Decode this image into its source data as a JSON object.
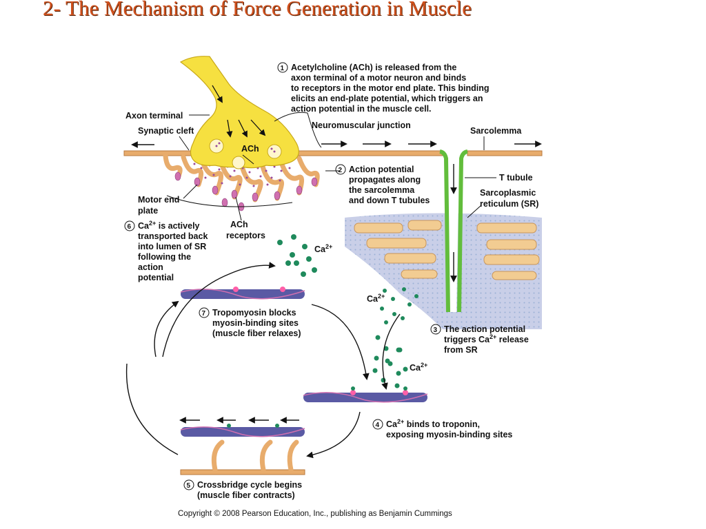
{
  "slide": {
    "title": "2- The Mechanism of Force Generation in Muscle"
  },
  "labels": {
    "axon_terminal": "Axon terminal",
    "synaptic_cleft": "Synaptic cleft",
    "ach": "ACh",
    "motor_end_plate": [
      "Motor end",
      "plate"
    ],
    "ach_receptors": [
      "ACh",
      "receptors"
    ],
    "neuromuscular_junction": "Neuromuscular junction",
    "sarcolemma": "Sarcolemma",
    "t_tubule": "T tubule",
    "sr": [
      "Sarcoplasmic",
      "reticulum (SR)"
    ],
    "ca": "Ca"
  },
  "steps": {
    "s1": {
      "num": "1",
      "lines": [
        "Acetylcholine (ACh) is released from the",
        "axon terminal of a motor neuron and binds",
        "to receptors in the motor end plate. This binding",
        "elicits an end-plate potential, which triggers an",
        "action potential in the muscle cell."
      ]
    },
    "s2": {
      "num": "2",
      "lines": [
        "Action potential",
        "propagates along",
        "the sarcolemma",
        "and down T tubules"
      ]
    },
    "s3": {
      "num": "3",
      "lines": [
        "The action potential",
        "triggers Ca",
        "from SR"
      ],
      "sup": "2+",
      "tail": " release"
    },
    "s4": {
      "num": "4",
      "lines": [
        "Ca",
        "exposing myosin-binding sites"
      ],
      "sup": "2+",
      "tail": " binds to troponin,"
    },
    "s5": {
      "num": "5",
      "lines": [
        "Crossbridge cycle begins",
        "(muscle fiber contracts)"
      ]
    },
    "s6": {
      "num": "6",
      "lines": [
        "Ca",
        "transported back",
        "into lumen of SR",
        "following the",
        "action",
        "potential"
      ],
      "sup": "2+",
      "tail": " is actively"
    },
    "s7": {
      "num": "7",
      "lines": [
        "Tropomyosin blocks",
        "myosin-binding sites",
        "(muscle fiber relaxes)"
      ]
    }
  },
  "ca_sup": "2+",
  "copyright": "Copyright © 2008 Pearson Education, Inc., publishing as Benjamin Cummings",
  "colors": {
    "title": "#d0501c",
    "axon": "#f6e040",
    "sarcolemma": "#e8ac6c",
    "ttubule": "#62bd3c",
    "calcium": "#1f8a5c",
    "receptor": "#d070b0",
    "actin": "#5a5aa4"
  }
}
